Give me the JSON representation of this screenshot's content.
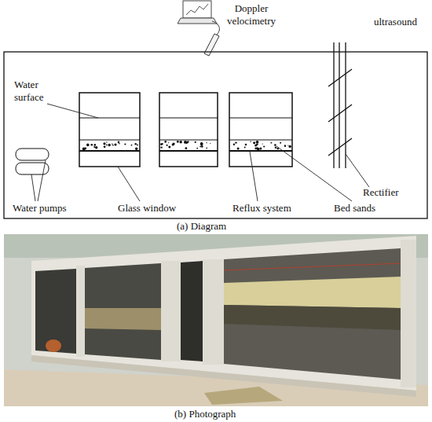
{
  "diagram": {
    "labels": [
      "Doppler velocimetry",
      "ultrasound",
      "Water surface",
      "Rectifier",
      "Water pumps",
      "Glass window",
      "Reflux system",
      "Bed sands",
      "(a) Diagram",
      "(b) Photograph"
    ]
  }
}
